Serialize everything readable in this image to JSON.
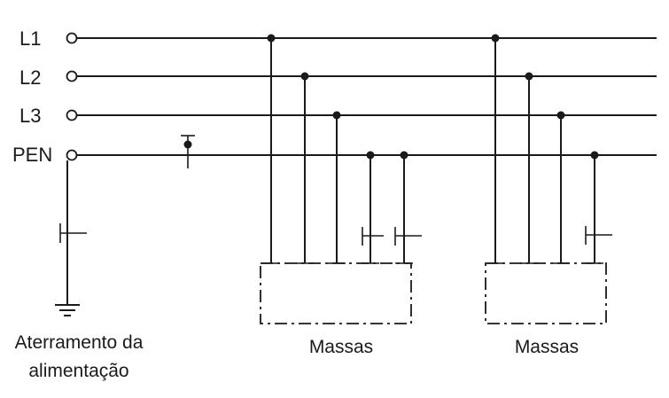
{
  "lines": {
    "l1": "L1",
    "l2": "L2",
    "l3": "L3",
    "pen": "PEN"
  },
  "source_grounding": {
    "line1": "Aterramento da",
    "line2": "alimentação"
  },
  "masses": {
    "left": "Massas",
    "right": "Massas"
  }
}
